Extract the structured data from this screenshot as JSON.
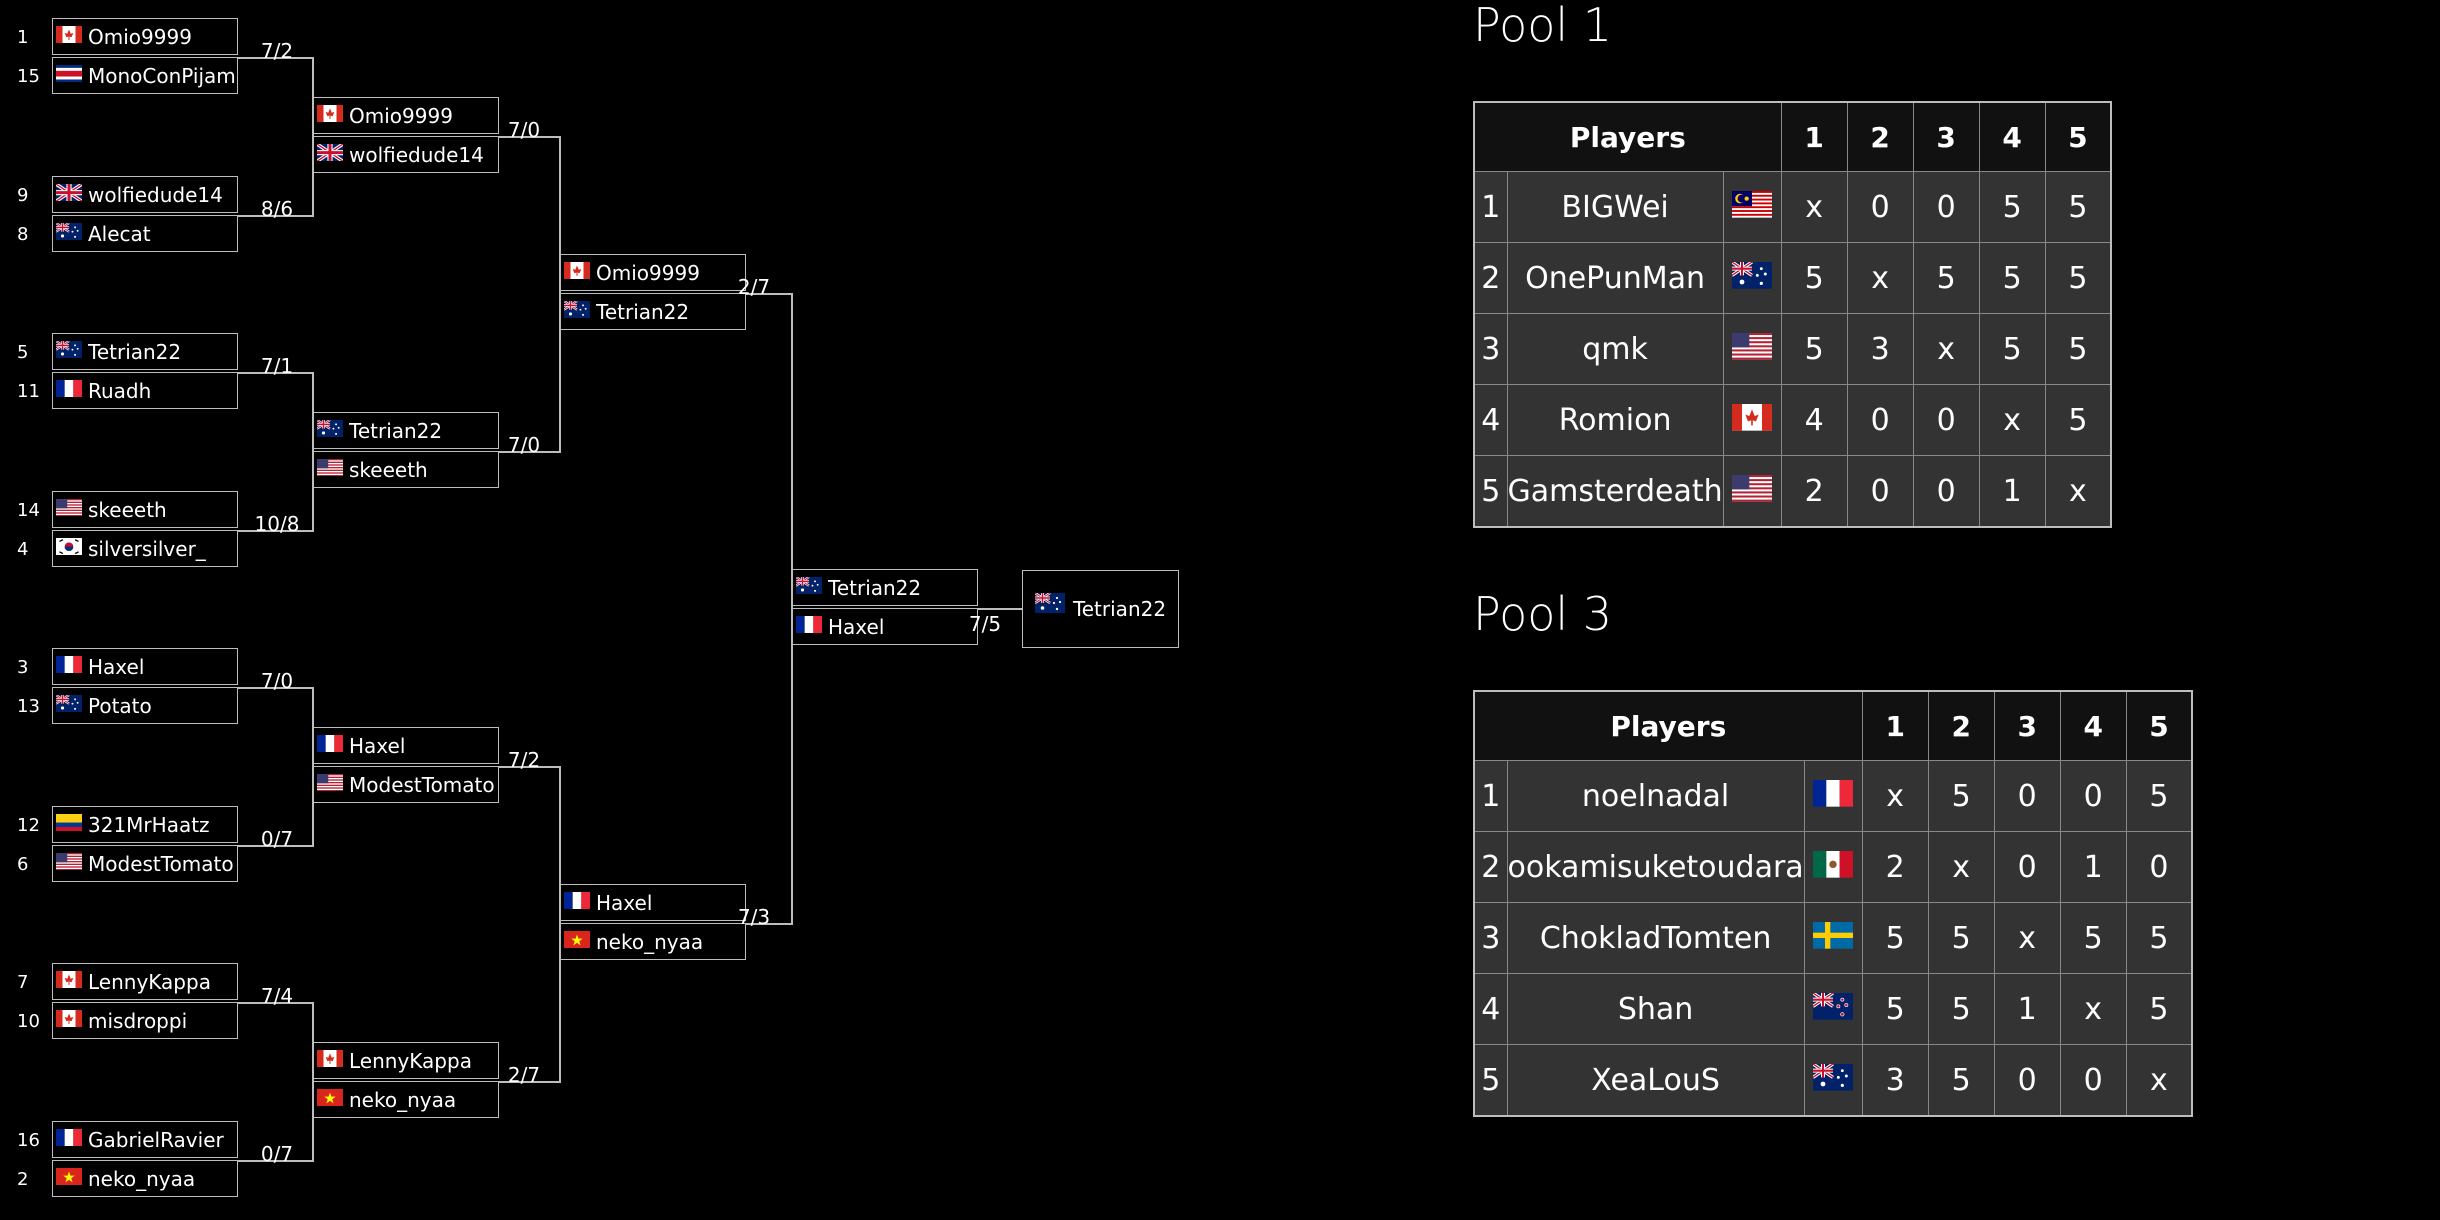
{
  "bracket": {
    "r1": [
      {
        "seed": "1",
        "name": "Omio9999",
        "flag": "ca"
      },
      {
        "seed": "15",
        "name": "MonoConPijama",
        "flag": "cr"
      },
      {
        "seed": "9",
        "name": "wolfiedude14",
        "flag": "gb"
      },
      {
        "seed": "8",
        "name": "Alecat",
        "flag": "au"
      },
      {
        "seed": "5",
        "name": "Tetrian22",
        "flag": "au"
      },
      {
        "seed": "11",
        "name": "Ruadh",
        "flag": "fr"
      },
      {
        "seed": "14",
        "name": "skeeeth",
        "flag": "us"
      },
      {
        "seed": "4",
        "name": "silversilver_",
        "flag": "kr"
      },
      {
        "seed": "3",
        "name": "Haxel",
        "flag": "fr"
      },
      {
        "seed": "13",
        "name": "Potato",
        "flag": "au"
      },
      {
        "seed": "12",
        "name": "321MrHaatz",
        "flag": "co"
      },
      {
        "seed": "6",
        "name": "ModestTomato",
        "flag": "us"
      },
      {
        "seed": "7",
        "name": "LennyKappa",
        "flag": "ca"
      },
      {
        "seed": "10",
        "name": "misdroppi",
        "flag": "ca"
      },
      {
        "seed": "16",
        "name": "GabrielRavier",
        "flag": "fr"
      },
      {
        "seed": "2",
        "name": "neko_nyaa",
        "flag": "vn"
      }
    ],
    "r1_scores": [
      "7/2",
      "8/6",
      "7/1",
      "10/8",
      "7/0",
      "0/7",
      "7/4",
      "0/7"
    ],
    "r2": [
      {
        "name": "Omio9999",
        "flag": "ca"
      },
      {
        "name": "wolfiedude14",
        "flag": "gb"
      },
      {
        "name": "Tetrian22",
        "flag": "au"
      },
      {
        "name": "skeeeth",
        "flag": "us"
      },
      {
        "name": "Haxel",
        "flag": "fr"
      },
      {
        "name": "ModestTomato",
        "flag": "us"
      },
      {
        "name": "LennyKappa",
        "flag": "ca"
      },
      {
        "name": "neko_nyaa",
        "flag": "vn"
      }
    ],
    "r2_scores": [
      "7/0",
      "7/0",
      "7/2",
      "2/7"
    ],
    "r3": [
      {
        "name": "Omio9999",
        "flag": "ca"
      },
      {
        "name": "Tetrian22",
        "flag": "au"
      },
      {
        "name": "Haxel",
        "flag": "fr"
      },
      {
        "name": "neko_nyaa",
        "flag": "vn"
      }
    ],
    "r3_scores": [
      "2/7",
      "7/3"
    ],
    "r4": [
      {
        "name": "Tetrian22",
        "flag": "au"
      },
      {
        "name": "Haxel",
        "flag": "fr"
      }
    ],
    "r4_scores": [
      "7/5"
    ],
    "champion": {
      "name": "Tetrian22",
      "flag": "au"
    }
  },
  "pools": [
    {
      "title": "Pool 1",
      "header": "Players",
      "columns": [
        "1",
        "2",
        "3",
        "4",
        "5"
      ],
      "rows": [
        {
          "rank": "1",
          "name": "BIGWei",
          "flag": "my",
          "results": [
            "x",
            "0",
            "0",
            "5",
            "5"
          ]
        },
        {
          "rank": "2",
          "name": "OnePunMan",
          "flag": "au",
          "results": [
            "5",
            "x",
            "5",
            "5",
            "5"
          ]
        },
        {
          "rank": "3",
          "name": "qmk",
          "flag": "us",
          "results": [
            "5",
            "3",
            "x",
            "5",
            "5"
          ]
        },
        {
          "rank": "4",
          "name": "Romion",
          "flag": "ca",
          "results": [
            "4",
            "0",
            "0",
            "x",
            "5"
          ]
        },
        {
          "rank": "5",
          "name": "Gamsterdeath",
          "flag": "us",
          "results": [
            "2",
            "0",
            "0",
            "1",
            "x"
          ]
        }
      ]
    },
    {
      "title": "Pool 3",
      "header": "Players",
      "columns": [
        "1",
        "2",
        "3",
        "4",
        "5"
      ],
      "rows": [
        {
          "rank": "1",
          "name": "noelnadal",
          "flag": "fr",
          "results": [
            "x",
            "5",
            "0",
            "0",
            "5"
          ]
        },
        {
          "rank": "2",
          "name": "ookamisuketoudara",
          "flag": "mx",
          "results": [
            "2",
            "x",
            "0",
            "1",
            "0"
          ]
        },
        {
          "rank": "3",
          "name": "ChokladTomten",
          "flag": "se",
          "results": [
            "5",
            "5",
            "x",
            "5",
            "5"
          ]
        },
        {
          "rank": "4",
          "name": "Shan",
          "flag": "nz",
          "results": [
            "5",
            "5",
            "1",
            "x",
            "5"
          ]
        },
        {
          "rank": "5",
          "name": "XeaLouS",
          "flag": "au",
          "results": [
            "3",
            "5",
            "0",
            "0",
            "x"
          ]
        }
      ]
    }
  ],
  "colors": {
    "win": "#33ee33",
    "loss": "#e81c1c",
    "background": "#000000",
    "cell": "#333333",
    "header": "#111111"
  }
}
